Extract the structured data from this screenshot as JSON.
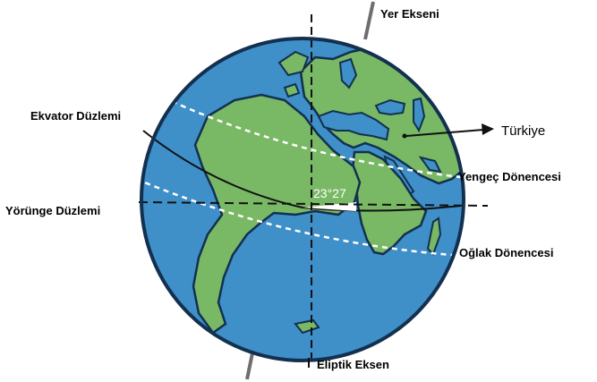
{
  "labels": {
    "earth_axis": "Yer Ekseni",
    "ecliptic_axis": "Eliptik Eksen",
    "equator_plane": "Ekvator Düzlemi",
    "orbit_plane": "Yörünge Düzlemi",
    "cancer_tropic": "Yengeç Dönencesi",
    "capricorn_tropic": "Oğlak Dönencesi",
    "turkey": "Türkiye",
    "tilt_angle": "23°27"
  },
  "colors": {
    "ocean": "#3f8fc9",
    "land": "#79b865",
    "rim": "#13304f",
    "axis_stub": "#6e6e6e",
    "tropic_line": "#ffffff"
  }
}
